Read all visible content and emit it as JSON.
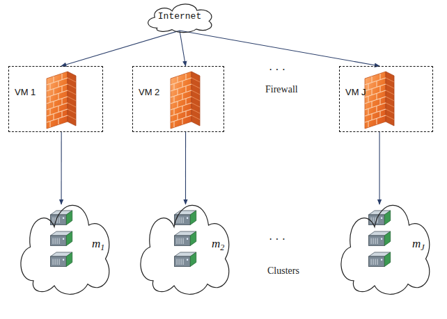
{
  "diagram": {
    "nodes": [
      {
        "text": [
          "Internet"
        ]
      },
      {
        "text": [
          "VM 1"
        ]
      },
      {
        "text": [
          "VM 2"
        ]
      },
      {
        "text": [
          "VM J"
        ]
      },
      {
        "text": [
          "m1"
        ]
      },
      {
        "text": [
          "m2"
        ]
      },
      {
        "text": [
          "mJ"
        ]
      }
    ],
    "edges": [
      {
        "from": 0,
        "to": 1,
        "arrow": "to"
      },
      {
        "from": 0,
        "to": 2,
        "arrow": "to"
      },
      {
        "from": 0,
        "to": 3,
        "arrow": "to"
      },
      {
        "from": 1,
        "to": 4,
        "arrow": "to"
      },
      {
        "from": 2,
        "to": 5,
        "arrow": "to"
      },
      {
        "from": 3,
        "to": 6,
        "arrow": "to"
      }
    ],
    "labels": [
      "· · ·",
      "Firewall",
      "· · ·",
      "Clusters"
    ]
  }
}
